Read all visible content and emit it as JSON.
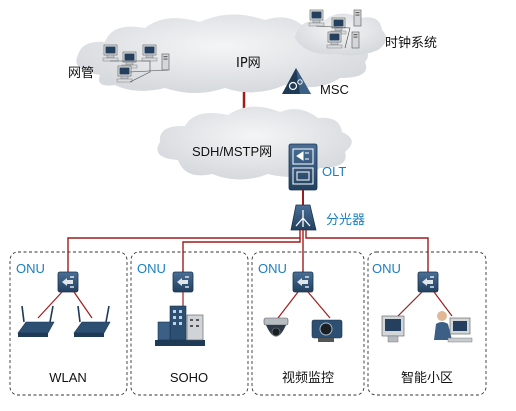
{
  "top": {
    "ip_network": "IP网",
    "network_mgmt": "网管",
    "clock_system": "时钟系统",
    "msc": "MSC"
  },
  "middle": {
    "sdh_network": "SDH/MSTP网",
    "olt": "OLT",
    "splitter": "分光器"
  },
  "groups": [
    {
      "onu": "ONU",
      "name": "WLAN"
    },
    {
      "onu": "ONU",
      "name": "SOHO"
    },
    {
      "onu": "ONU",
      "name": "视频监控"
    },
    {
      "onu": "ONU",
      "name": "智能小区"
    }
  ],
  "colors": {
    "link": "#a01c1c",
    "accent": "#1a7fc1",
    "cloud": "#e4e6e9",
    "device": "#2d4f72"
  },
  "icons": {
    "olt": "olt-icon",
    "splitter": "splitter-icon",
    "msc": "msc-icon",
    "onu": "onu-icon"
  }
}
